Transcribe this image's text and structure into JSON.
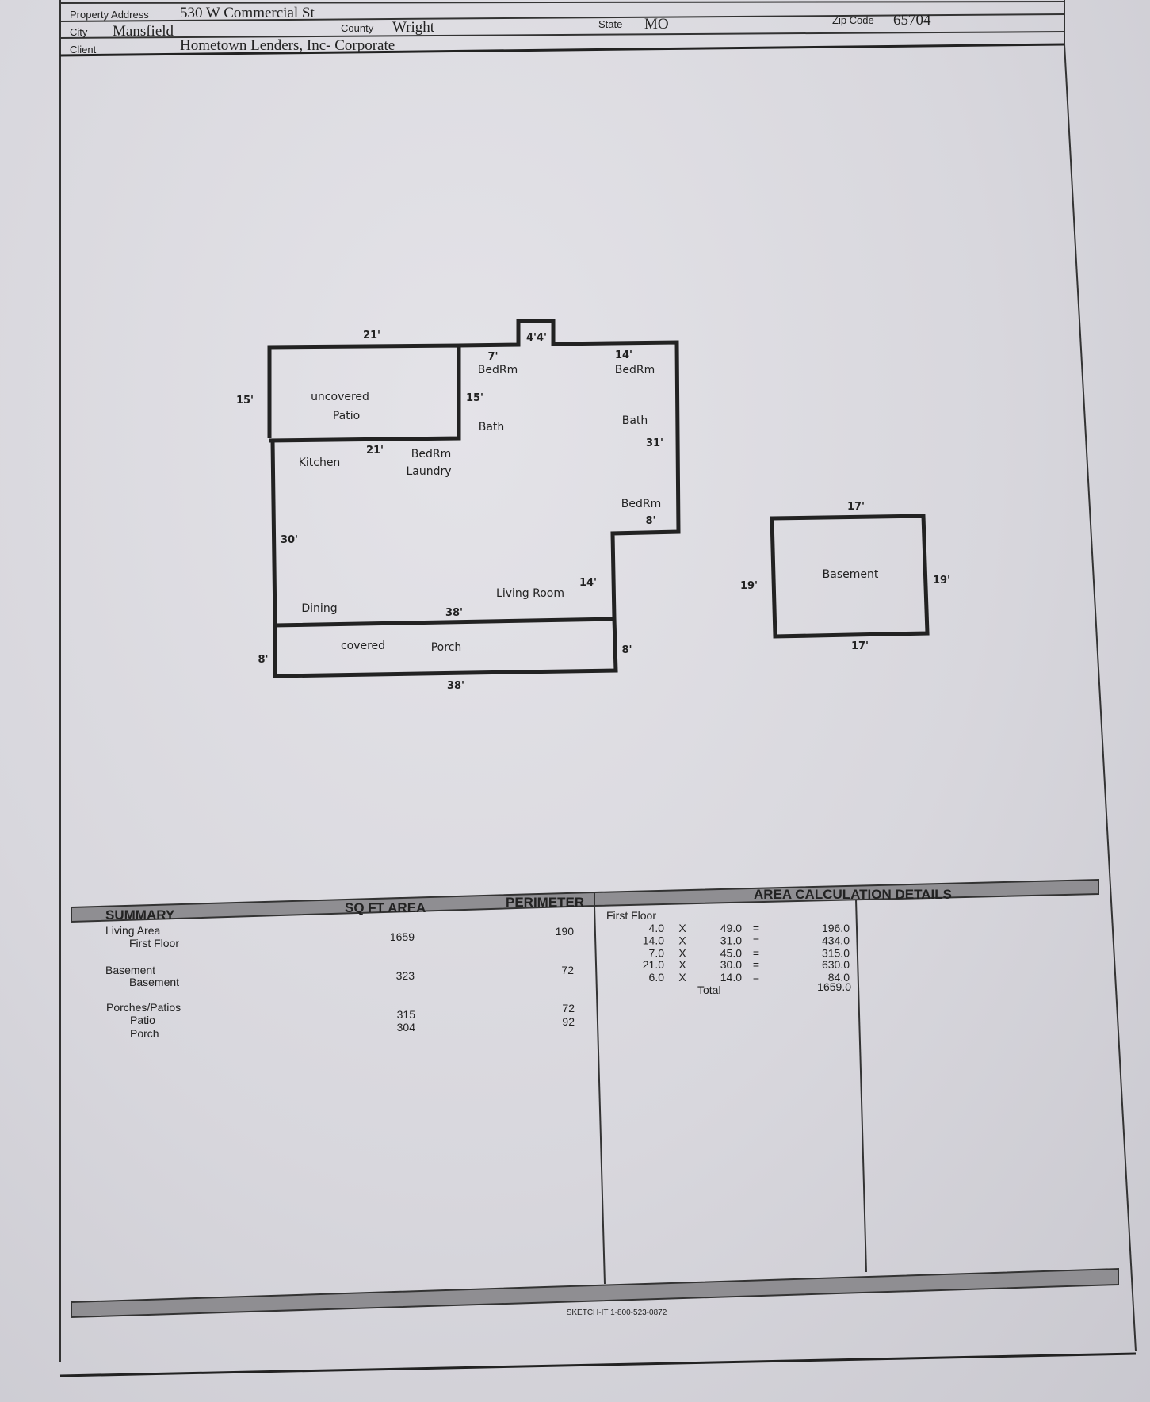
{
  "header": {
    "property_address_label": "Property Address",
    "property_address": "530 W Commercial St",
    "city_label": "City",
    "city": "Mansfield",
    "county_label": "County",
    "county": "Wright",
    "state_label": "State",
    "state": "MO",
    "zip_label": "Zip Code",
    "zip": "65704",
    "client_label": "Client",
    "client": "Hometown Lenders, Inc- Corporate"
  },
  "floor_plan": {
    "main": {
      "patio_width": "21'",
      "patio_depth": "15'",
      "patio_line1": "uncovered",
      "patio_line2": "Patio",
      "bump_dim": "4'4'",
      "dim_7": "7'",
      "bedrm_1": "BedRm",
      "dim_14_top": "14'",
      "bedrm_2": "BedRm",
      "dim_15_inner": "15'",
      "bath_1": "Bath",
      "bath_2": "Bath",
      "dim_31": "31'",
      "dim_21_inner": "21'",
      "kitchen": "Kitchen",
      "bedrm_3": "BedRm",
      "laundry": "Laundry",
      "bedrm_4": "BedRm",
      "dim_8_step": "8'",
      "dim_30": "30'",
      "dim_14_step": "14'",
      "living_room": "Living Room",
      "dining": "Dining",
      "dim_38_inner": "38'",
      "porch_line1": "covered",
      "porch_line2": "Porch",
      "porch_left": "8'",
      "porch_right": "8'",
      "porch_width": "38'"
    },
    "basement": {
      "label": "Basement",
      "top": "17'",
      "bottom": "17'",
      "left": "19'",
      "right": "19'"
    }
  },
  "summary": {
    "title": "SUMMARY",
    "col_area": "SQ FT AREA",
    "col_perimeter": "PERIMETER",
    "groups": [
      {
        "group": "Living Area",
        "items": [
          {
            "name": "First Floor",
            "area": "1659",
            "perimeter": "190"
          }
        ]
      },
      {
        "group": "Basement",
        "items": [
          {
            "name": "Basement",
            "area": "323",
            "perimeter": "72"
          }
        ]
      },
      {
        "group": "Porches/Patios",
        "items": [
          {
            "name": "Patio",
            "area": "315",
            "perimeter": "72"
          },
          {
            "name": "Porch",
            "area": "304",
            "perimeter": "92"
          }
        ]
      }
    ]
  },
  "area_calc": {
    "title": "AREA CALCULATION DETAILS",
    "section": "First Floor",
    "rows": [
      {
        "a": "4.0",
        "op": "X",
        "b": "49.0",
        "eq": "=",
        "result": "196.0"
      },
      {
        "a": "14.0",
        "op": "X",
        "b": "31.0",
        "eq": "=",
        "result": "434.0"
      },
      {
        "a": "7.0",
        "op": "X",
        "b": "45.0",
        "eq": "=",
        "result": "315.0"
      },
      {
        "a": "21.0",
        "op": "X",
        "b": "30.0",
        "eq": "=",
        "result": "630.0"
      },
      {
        "a": "6.0",
        "op": "X",
        "b": "14.0",
        "eq": "=",
        "result": "84.0"
      }
    ],
    "total_label": "Total",
    "total": "1659.0"
  },
  "footer": {
    "software": "SKETCH-IT 1-800-523-0872"
  }
}
